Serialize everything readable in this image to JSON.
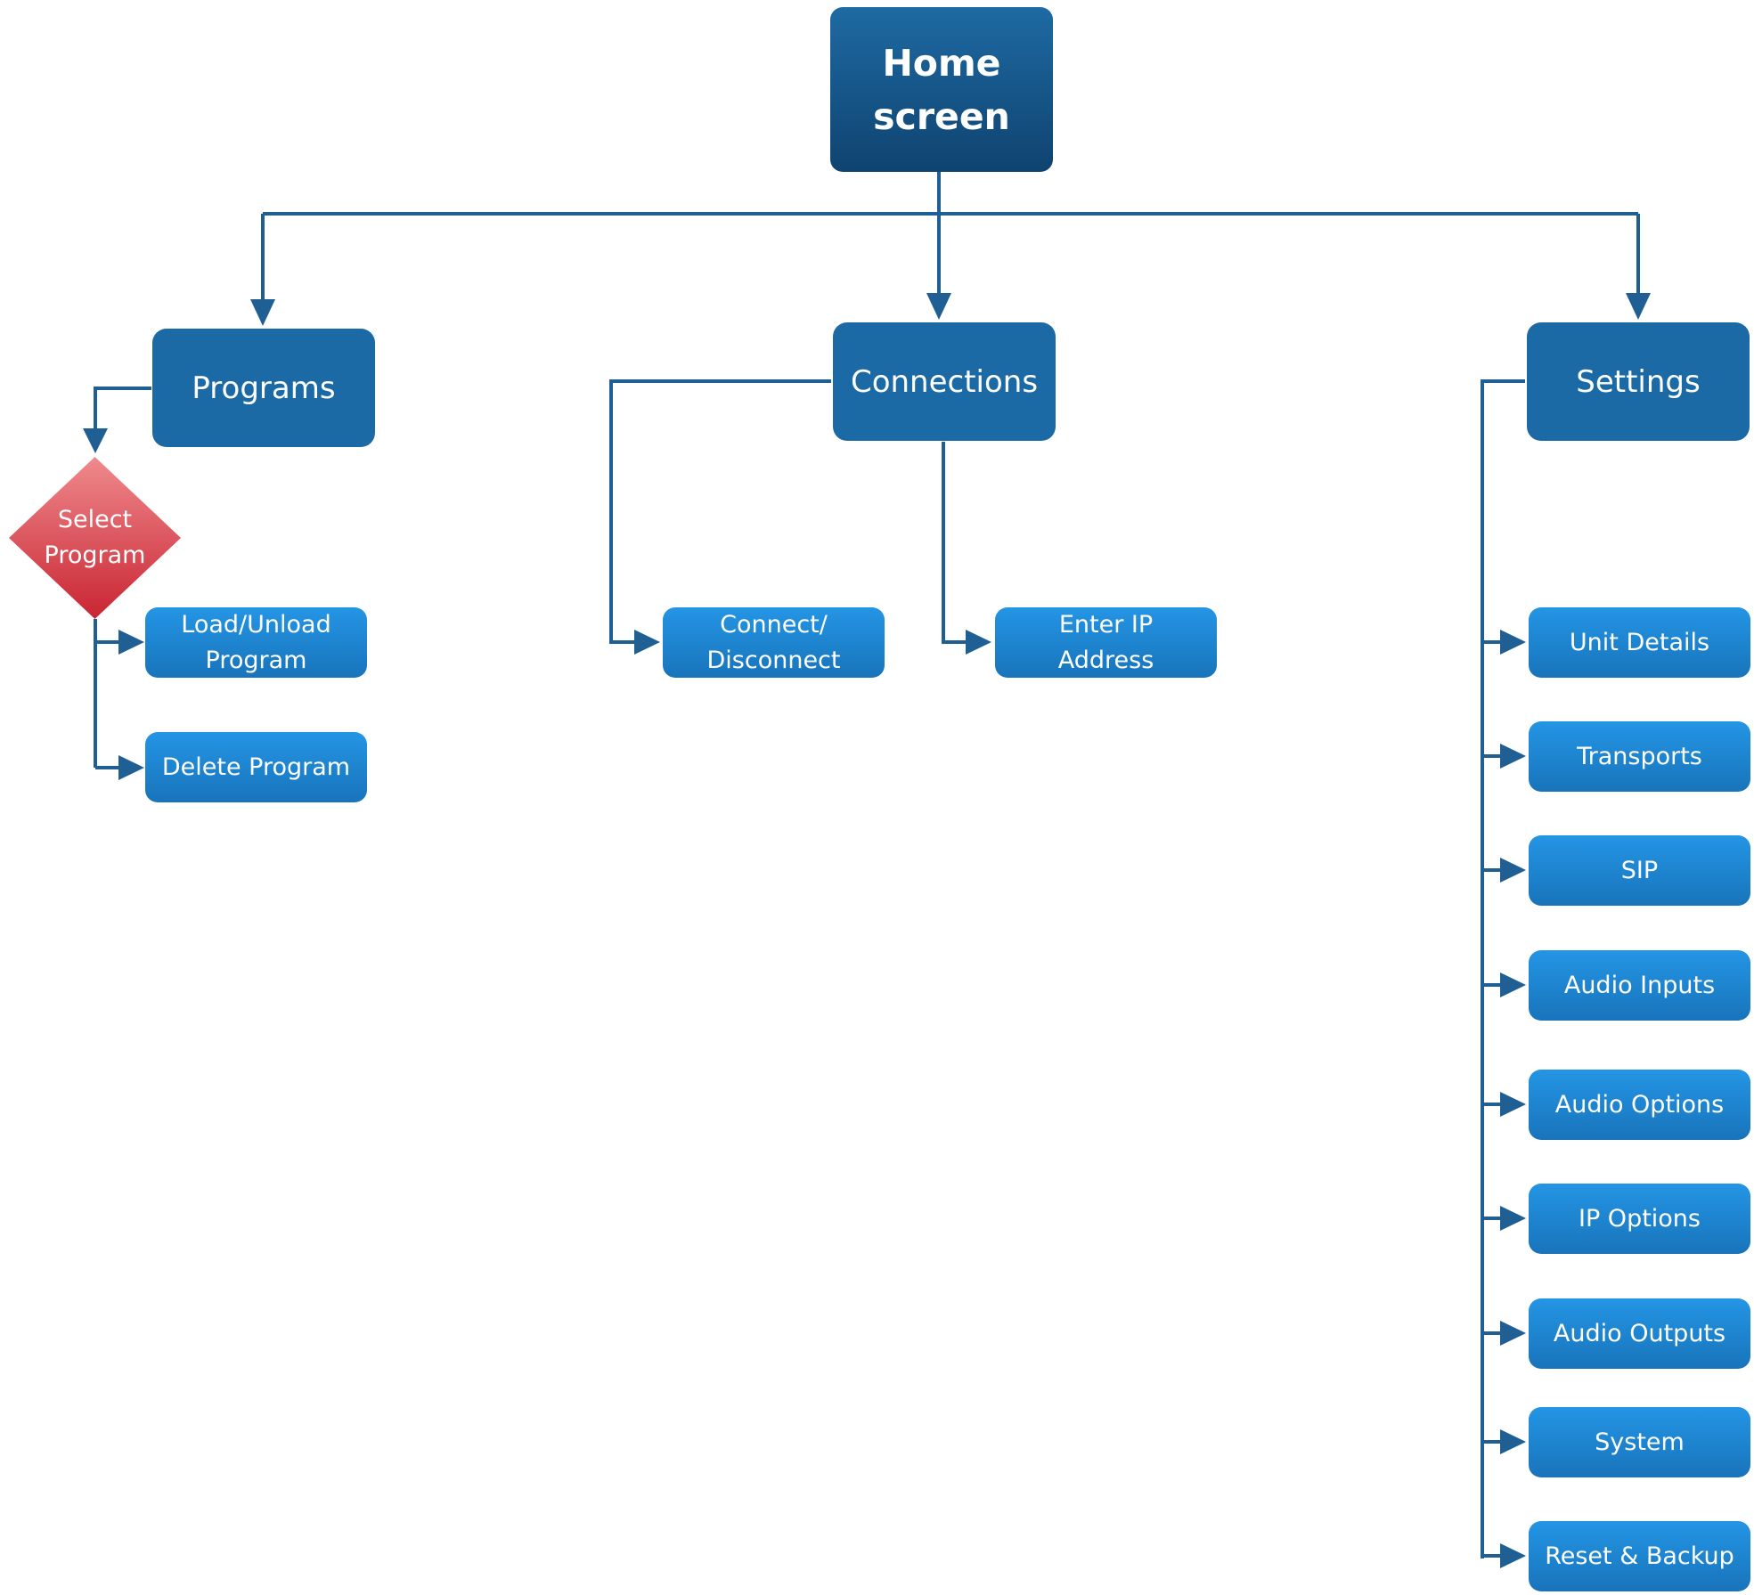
{
  "colors": {
    "connector": "#1f5f94",
    "root_box": "#14507f",
    "main_box": "#1b6aa5",
    "leaf_box": "#1e83cf",
    "decision": "#d9404a"
  },
  "diagram": {
    "root": "Home\nscreen",
    "programs": {
      "label": "Programs",
      "decision": "Select\nProgram",
      "children": [
        "Load/Unload\nProgram",
        "Delete Program"
      ]
    },
    "connections": {
      "label": "Connections",
      "children": [
        "Connect/\nDisconnect",
        "Enter IP\nAddress"
      ]
    },
    "settings": {
      "label": "Settings",
      "children": [
        "Unit Details",
        "Transports",
        "SIP",
        "Audio Inputs",
        "Audio Options",
        "IP Options",
        "Audio Outputs",
        "System",
        "Reset & Backup"
      ]
    }
  }
}
